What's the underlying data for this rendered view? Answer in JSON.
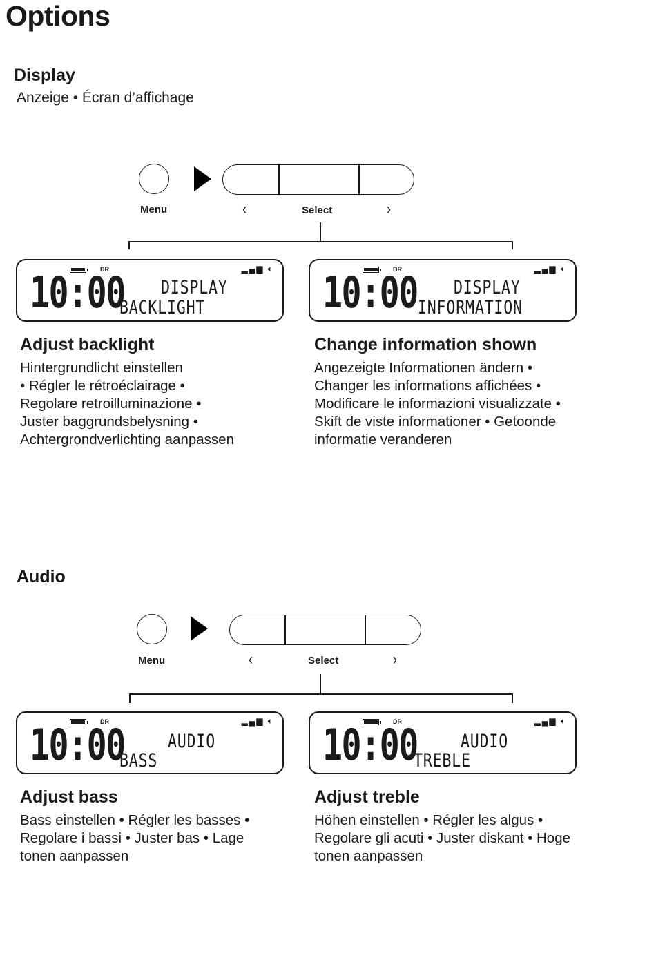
{
  "page_title": "Options",
  "display_section": {
    "title": "Display",
    "subtitle": "Anzeige • Écran d’affichage",
    "controls": {
      "menu_label": "Menu",
      "select_label": "Select",
      "left": "‹",
      "right": "›"
    },
    "screens": [
      {
        "time": "10:00",
        "dr": "DR",
        "line1": "DISPLAY",
        "line2": "BACKLIGHT",
        "heading": "Adjust backlight",
        "desc": [
          "Hintergrundlicht einstellen",
          "• Régler le rétroéclairage •",
          "Regolare retroilluminazione •",
          "Juster baggrundsbelysning •",
          "Achtergrondverlichting aanpassen"
        ]
      },
      {
        "time": "10:00",
        "dr": "DR",
        "line1": "DISPLAY",
        "line2": "INFORMATION",
        "heading": "Change information shown",
        "desc": [
          "Angezeigte Informationen ändern •",
          "Changer les informations affichées •",
          "Modificare le informazioni visualizzate •",
          "Skift de viste informationer • Getoonde",
          "informatie veranderen"
        ]
      }
    ]
  },
  "audio_section": {
    "title": "Audio",
    "controls": {
      "menu_label": "Menu",
      "select_label": "Select",
      "left": "‹",
      "right": "›"
    },
    "screens": [
      {
        "time": "10:00",
        "dr": "DR",
        "line1": "AUDIO",
        "line2": "BASS",
        "heading": "Adjust bass",
        "desc": [
          "Bass einstellen • Régler les basses •",
          "Regolare i bassi • Juster bas • Lage",
          "tonen aanpassen"
        ]
      },
      {
        "time": "10:00",
        "dr": "DR",
        "line1": "AUDIO",
        "line2": "TREBLE",
        "heading": "Adjust treble",
        "desc": [
          "Höhen einstellen • Régler les algus •",
          "Regolare gli acuti • Juster diskant • Hoge",
          "tonen aanpassen"
        ]
      }
    ]
  },
  "icons": {
    "battery": "battery-icon",
    "signal": "signal-icon",
    "speaker": "speaker-icon",
    "menu_button": "circle-button-icon",
    "play": "play-icon"
  }
}
